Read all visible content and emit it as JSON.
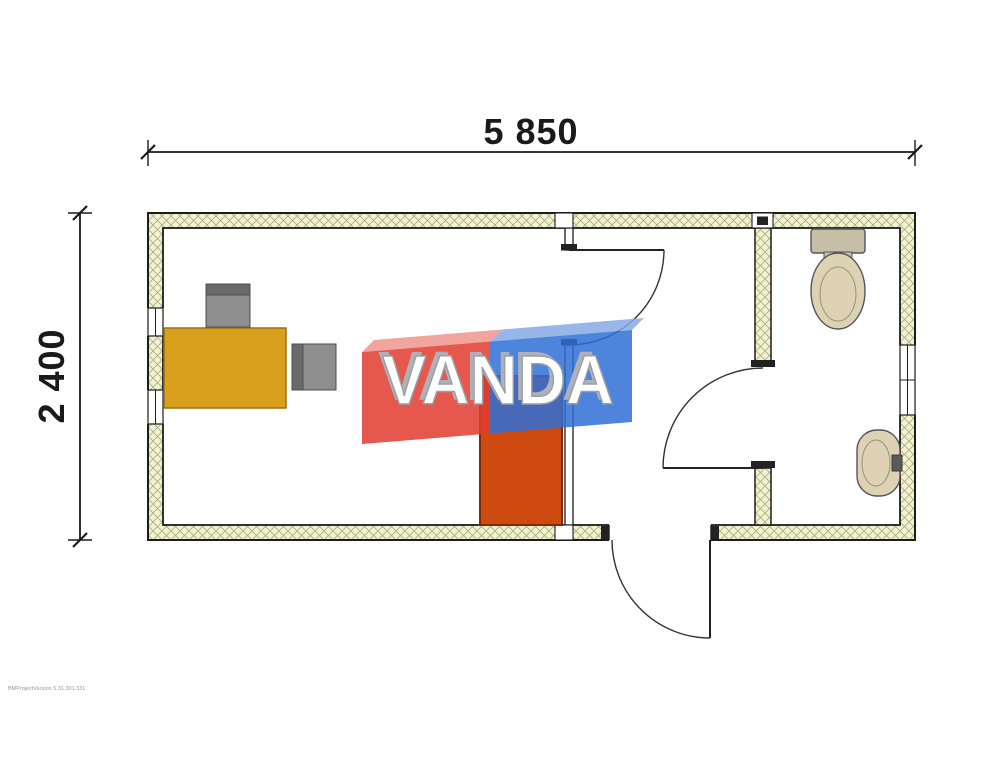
{
  "page": {
    "background": "#ffffff"
  },
  "dimensions": {
    "width_label": "5 850",
    "height_label": "2 400"
  },
  "watermark": {
    "text": "VANDA",
    "red_color": "#e23b2e",
    "red_top_color": "#f0968d",
    "blue_color": "#2f6fd6",
    "blue_top_color": "#87aae5",
    "letter_fill": "#ffffff",
    "letter_outline": "#9aa0a6",
    "letter_shadow": "#aeb2b8"
  },
  "plan": {
    "wall_fill": "#f2f3cd",
    "hatch_line_color": "#a9aa88",
    "outline_color": "#1c1c1c"
  },
  "furniture": {
    "desk_color": "#d8a01c",
    "desk_border_color": "#9a7110",
    "chair_seat_color": "#8f8f8f",
    "chair_back_color": "#6a6a6a",
    "cabinet_color": "#cf4a11",
    "cabinet_border_color": "#7e2c07",
    "fixture_fill": "#ddd3b4",
    "fixture_accent": "#c6bfa8",
    "fixture_outline": "#555555"
  },
  "footer": {
    "version_stamp": "BMProjectVersion 5.31.301.331"
  }
}
